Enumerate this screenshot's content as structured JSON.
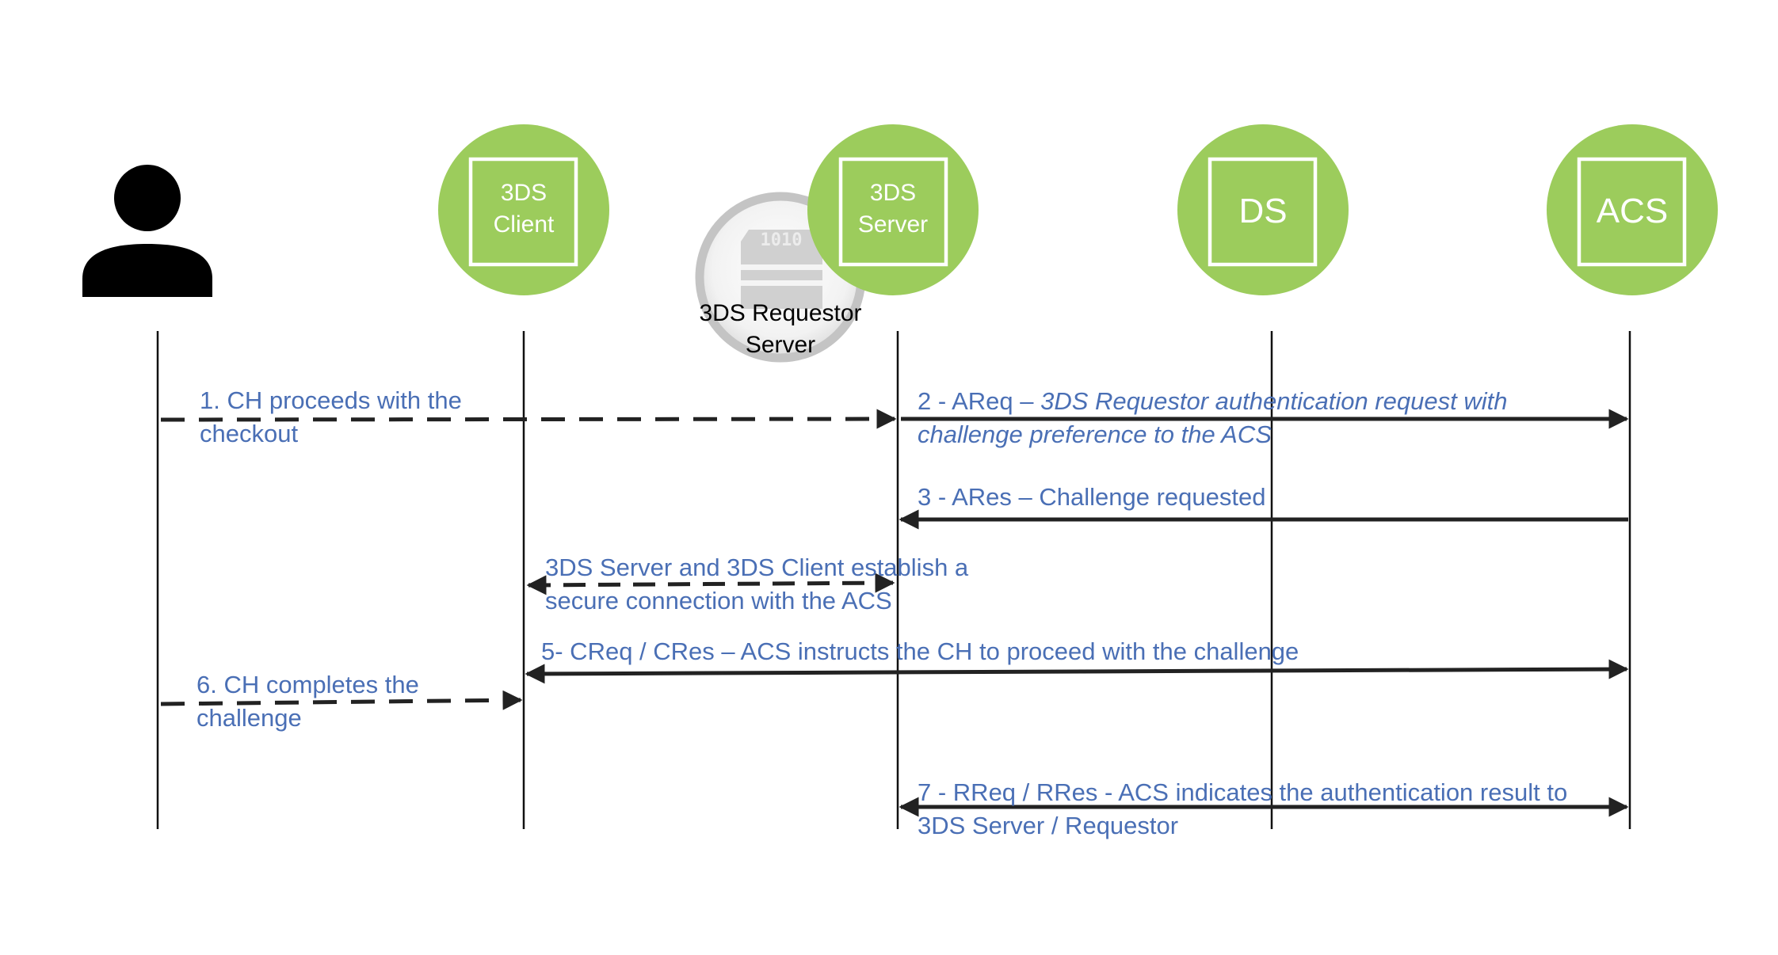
{
  "participants": {
    "cardholder": {
      "icon": "person-icon"
    },
    "client": {
      "line1": "3DS",
      "line2": "Client"
    },
    "server": {
      "line1": "3DS",
      "line2": "Server"
    },
    "ds": {
      "label": "DS"
    },
    "acs": {
      "label": "ACS"
    },
    "requestor": {
      "badge": "1010",
      "line1": "3DS Requestor",
      "line2": "Server",
      "icon": "server-icon"
    }
  },
  "messages": {
    "m1": {
      "line1": "1. CH proceeds with the",
      "line2": "checkout"
    },
    "m2": {
      "prefix": "2 - AReq – ",
      "line1_italic": "3DS Requestor authentication request with",
      "line2_italic": "challenge preference to the ACS"
    },
    "m3": {
      "text": "3 - ARes – Challenge requested"
    },
    "m4": {
      "line1": "3DS Server and 3DS Client establish a",
      "line2": "secure connection with the ACS"
    },
    "m5": {
      "text": "5- CReq / CRes – ACS instructs the CH to proceed with the challenge"
    },
    "m6": {
      "line1": "6. CH completes the",
      "line2": "challenge"
    },
    "m7": {
      "line1": "7 - RReq / RRes - ACS indicates  the authentication result  to",
      "line2": "3DS Server /  Requestor"
    }
  },
  "colors": {
    "participant_green": "#9ccc5c",
    "label_blue": "#4a6fb5",
    "arrow_dark": "#222222",
    "requestor_gray": "#c4c4c4"
  }
}
